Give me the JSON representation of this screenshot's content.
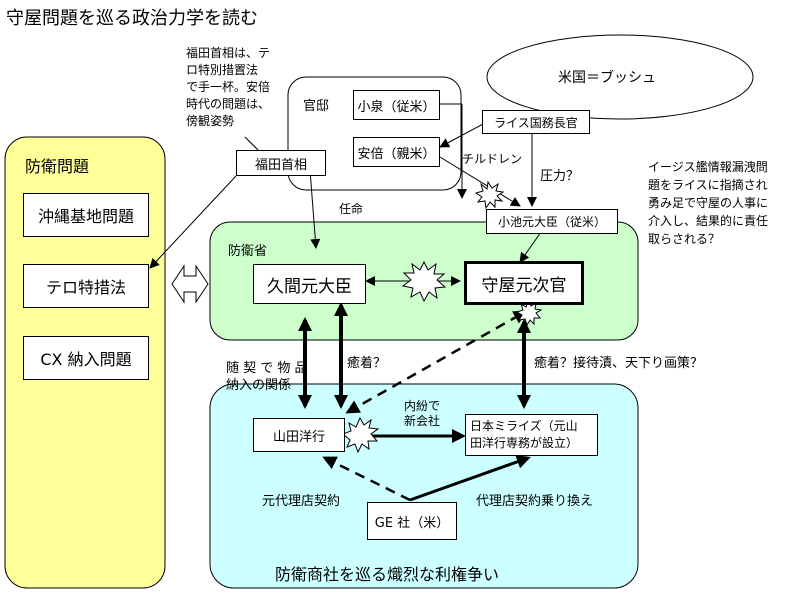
{
  "title": "守屋問題を巡る政治力学を読む",
  "note_fukuda": [
    "福田首相は、テ",
    "ロ特別措置法",
    "で手一杯。安倍",
    "時代の問題は、",
    "傍観姿勢"
  ],
  "note_aegis": [
    "イージス艦情報漏洩問",
    "題をライスに指摘され",
    "勇み足で守屋の人事に",
    "介入し、結果的に責任",
    "取らされる？"
  ],
  "defense_issues": {
    "title": "防衛問題",
    "items": [
      "沖縄基地問題",
      "テロ特措法",
      "CX 納入問題"
    ]
  },
  "kantei": {
    "label": "官邸",
    "koizumi": "小泉（従米）",
    "abe": "安倍（親米）",
    "fukuda": "福田首相"
  },
  "us": {
    "label": "米国＝ブッシュ",
    "rice": "ライス国務長官"
  },
  "labels": {
    "children": "チルドレン",
    "pressure": "圧力？",
    "appoint": "任命",
    "collusion1": "癒着？",
    "collusion2": "癒着？接待漬、天下り画策？",
    "contract": [
      "随 契 で 物 品",
      "納入の関係"
    ],
    "split": [
      "内紛で",
      "新会社"
    ],
    "former_agent": "元代理店契約",
    "agent_switch": "代理店契約乗り換え"
  },
  "mod": {
    "label": "防衛省",
    "koike": "小池元大臣（従米）",
    "kyuma": "久間元大臣",
    "moriya": "守屋元次官"
  },
  "trade": {
    "footer": "防衛商社を巡る熾烈な利権争い",
    "yamada": "山田洋行",
    "nihon_mirise": [
      "日本ミライズ（元山",
      "田洋行専務が設立）"
    ],
    "ge": "GE 社（米）"
  }
}
